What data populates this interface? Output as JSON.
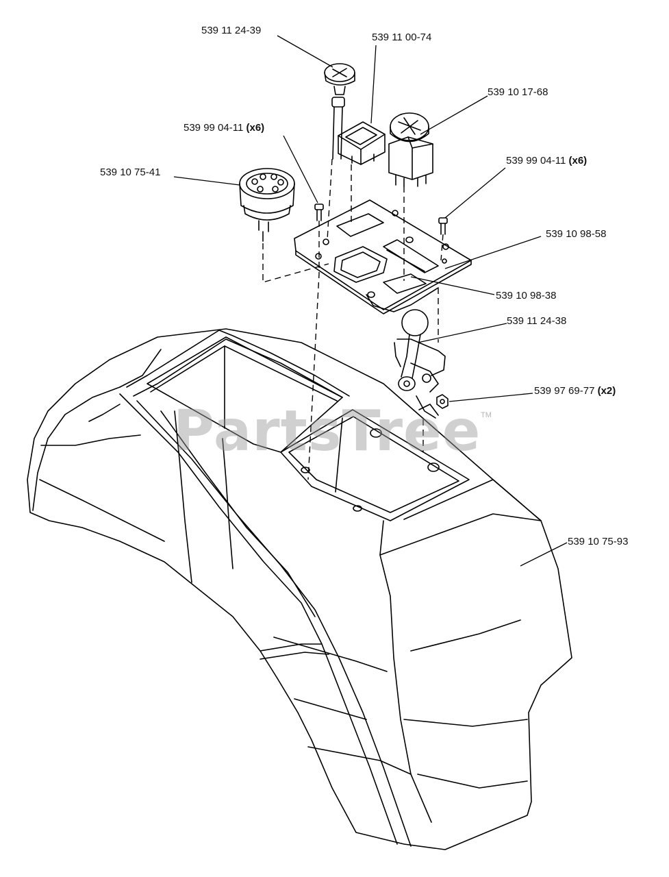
{
  "watermark": {
    "text": "PartsTree",
    "trademark": "TM"
  },
  "callouts": [
    {
      "id": "knob",
      "part": "539 11 24-39",
      "qty": ""
    },
    {
      "id": "switch-rect",
      "part": "539 11 00-74",
      "qty": ""
    },
    {
      "id": "ignition-switch-right",
      "part": "539 10 17-68",
      "qty": ""
    },
    {
      "id": "screw-left",
      "part": "539 99 04-11",
      "qty": "(x6)"
    },
    {
      "id": "ignition-switch-left",
      "part": "539 10 75-41",
      "qty": ""
    },
    {
      "id": "screw-right",
      "part": "539 99 04-11",
      "qty": "(x6)"
    },
    {
      "id": "mount-plate",
      "part": "539 10 98-58",
      "qty": ""
    },
    {
      "id": "plate-gasket",
      "part": "539 10 98-38",
      "qty": ""
    },
    {
      "id": "lever",
      "part": "539 11 24-38",
      "qty": ""
    },
    {
      "id": "nut",
      "part": "539 97 69-77",
      "qty": "(x2)"
    },
    {
      "id": "fender-cover",
      "part": "539 10 75-93",
      "qty": ""
    }
  ]
}
